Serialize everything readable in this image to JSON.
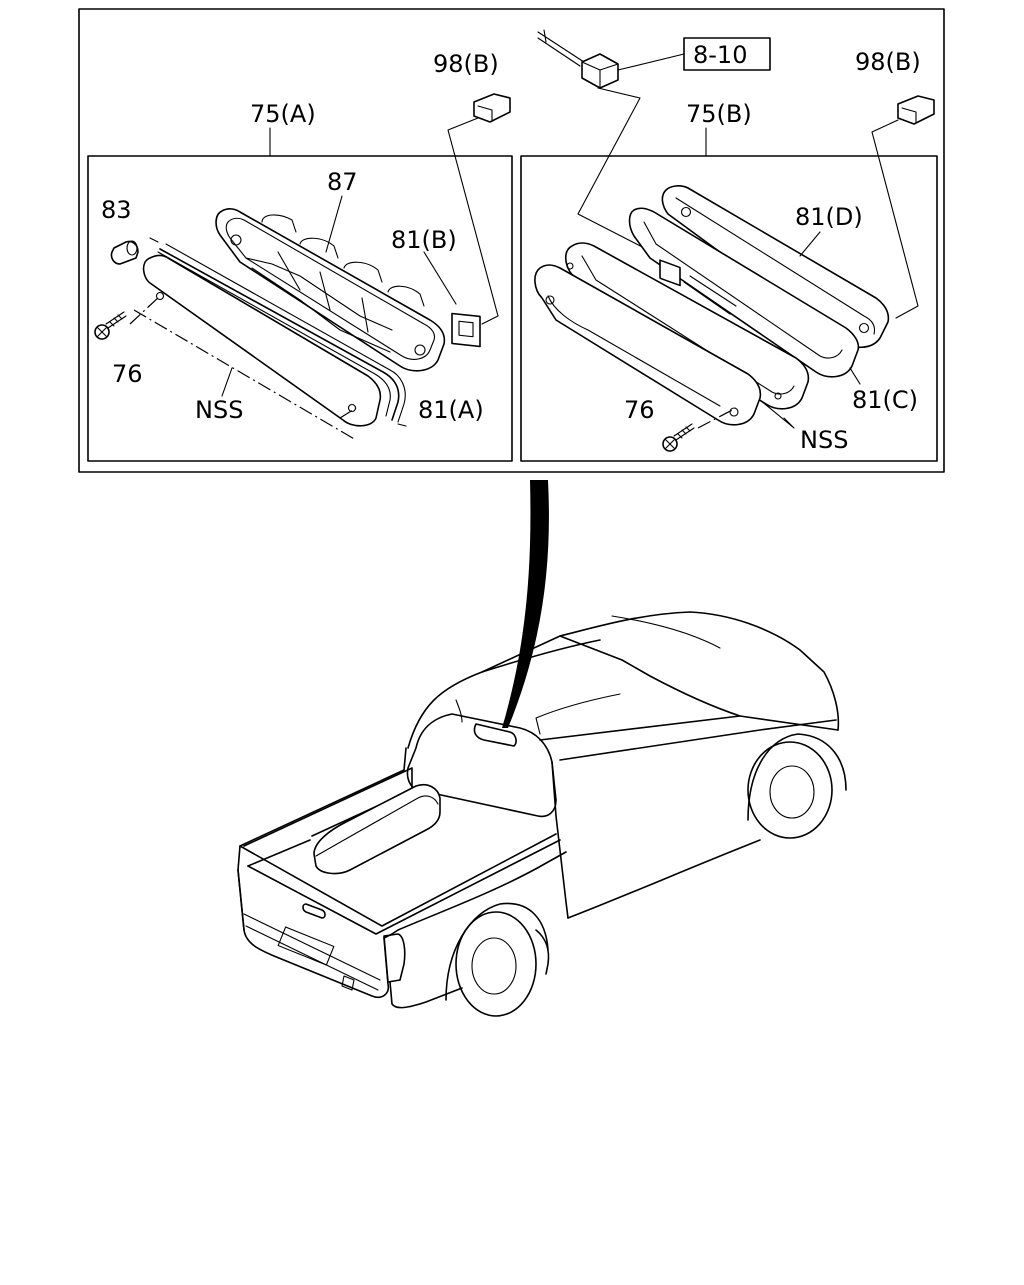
{
  "diagram": {
    "parts": {
      "p75a": "75(A)",
      "p75b": "75(B)",
      "p98b_left": "98(B)",
      "p98b_right": "98(B)",
      "p87": "87",
      "p83": "83",
      "p81b": "81(B)",
      "p81a": "81(A)",
      "p81d": "81(D)",
      "p81c": "81(C)",
      "p76_left": "76",
      "p76_right": "76",
      "nss_left": "NSS",
      "nss_right": "NSS",
      "ref_8_10": "8-10"
    },
    "icons": [
      "screw-icon",
      "bulb-icon",
      "clip-icon",
      "connector-icon",
      "truck-illustration"
    ]
  }
}
